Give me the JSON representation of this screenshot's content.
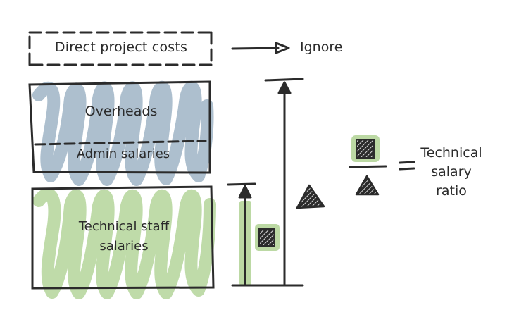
{
  "diagram": {
    "direct_costs": {
      "label": "Direct project costs",
      "style": "dashed"
    },
    "ignore": {
      "label": "Ignore"
    },
    "overheads": {
      "label": "Overheads"
    },
    "admin": {
      "label": "Admin salaries"
    },
    "technical": {
      "label": "Technical staff\nsalaries"
    },
    "ratio": {
      "label": "Technical\nsalary\nratio",
      "operator": "="
    }
  },
  "colors": {
    "ink": "#2b2b2b",
    "overhead_fill": "#a9bccb",
    "technical_fill": "#bcd9a4"
  },
  "icons": {
    "technical_marker": "hatched-square-icon",
    "total_marker": "hatched-triangle-icon"
  }
}
